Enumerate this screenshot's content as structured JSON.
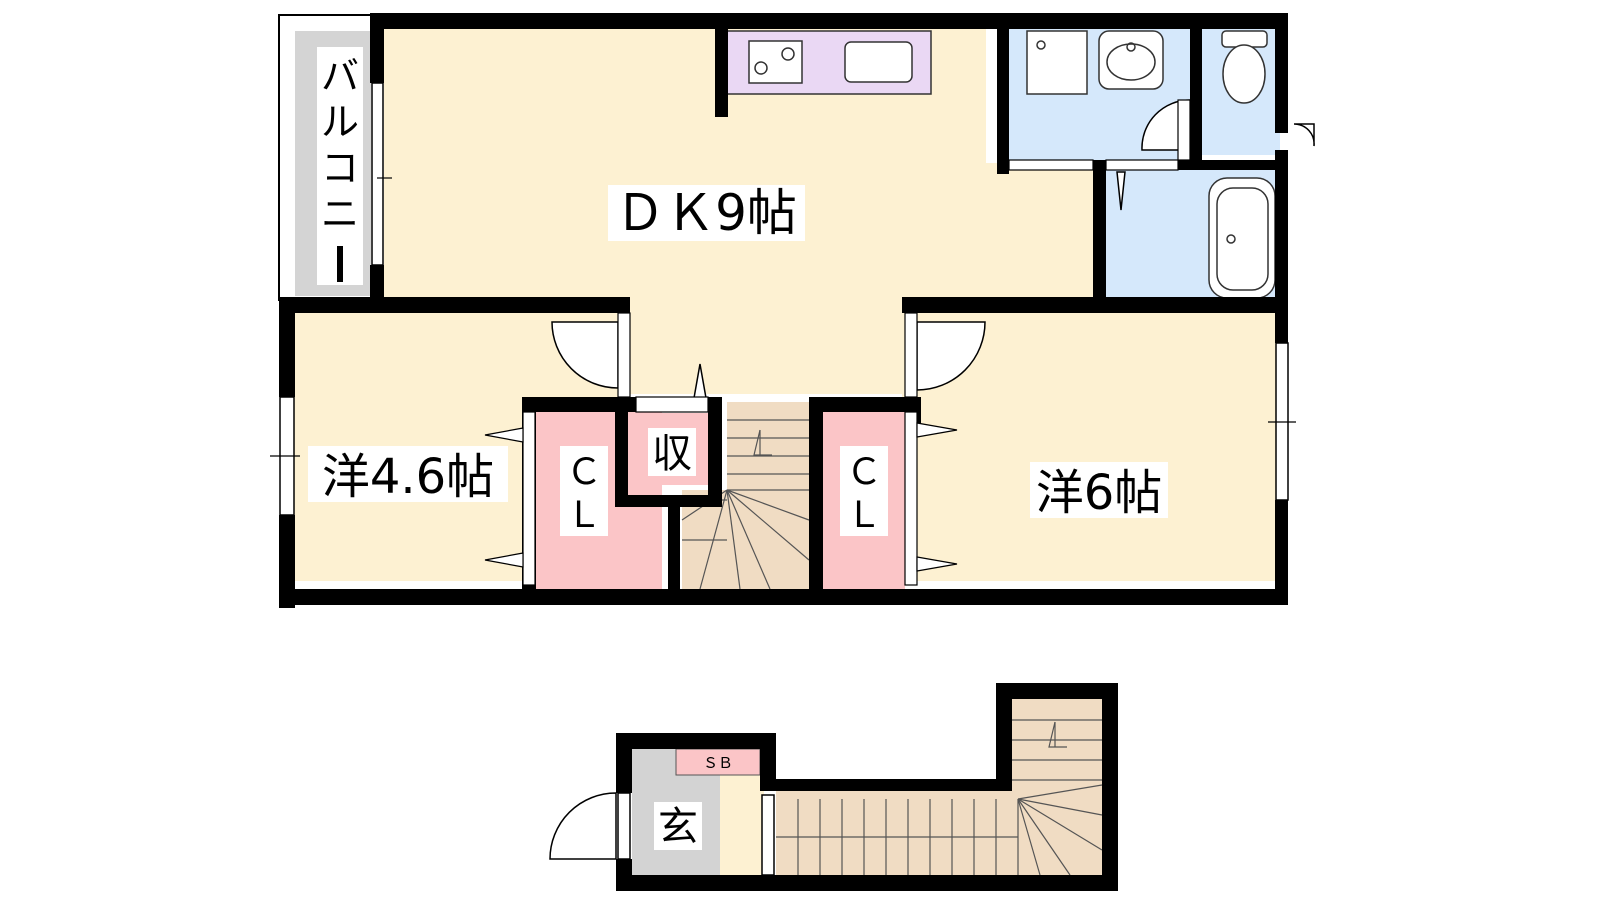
{
  "colors": {
    "wall": "#000000",
    "room_floor": "#fdf1d2",
    "wet_area": "#d5e8fb",
    "closet": "#fbc5c7",
    "kitchen_counter": "#ead8f4",
    "stairs": "#f0dcc3",
    "balcony": "#d4d4d4",
    "entrance": "#d3d3d3",
    "shoe_box": "#fbc5c7"
  },
  "rooms": {
    "dk": "ＤＫ9帖",
    "western_left": "洋4.6帖",
    "western_right": "洋6帖",
    "closet_left": [
      "Ｃ",
      "Ｌ"
    ],
    "closet_right": [
      "Ｃ",
      "Ｌ"
    ],
    "storage": "収",
    "balcony": [
      "バ",
      "ル",
      "コ",
      "ニ",
      "ー"
    ],
    "entrance": "玄",
    "shoe_box": "ＳＢ"
  }
}
